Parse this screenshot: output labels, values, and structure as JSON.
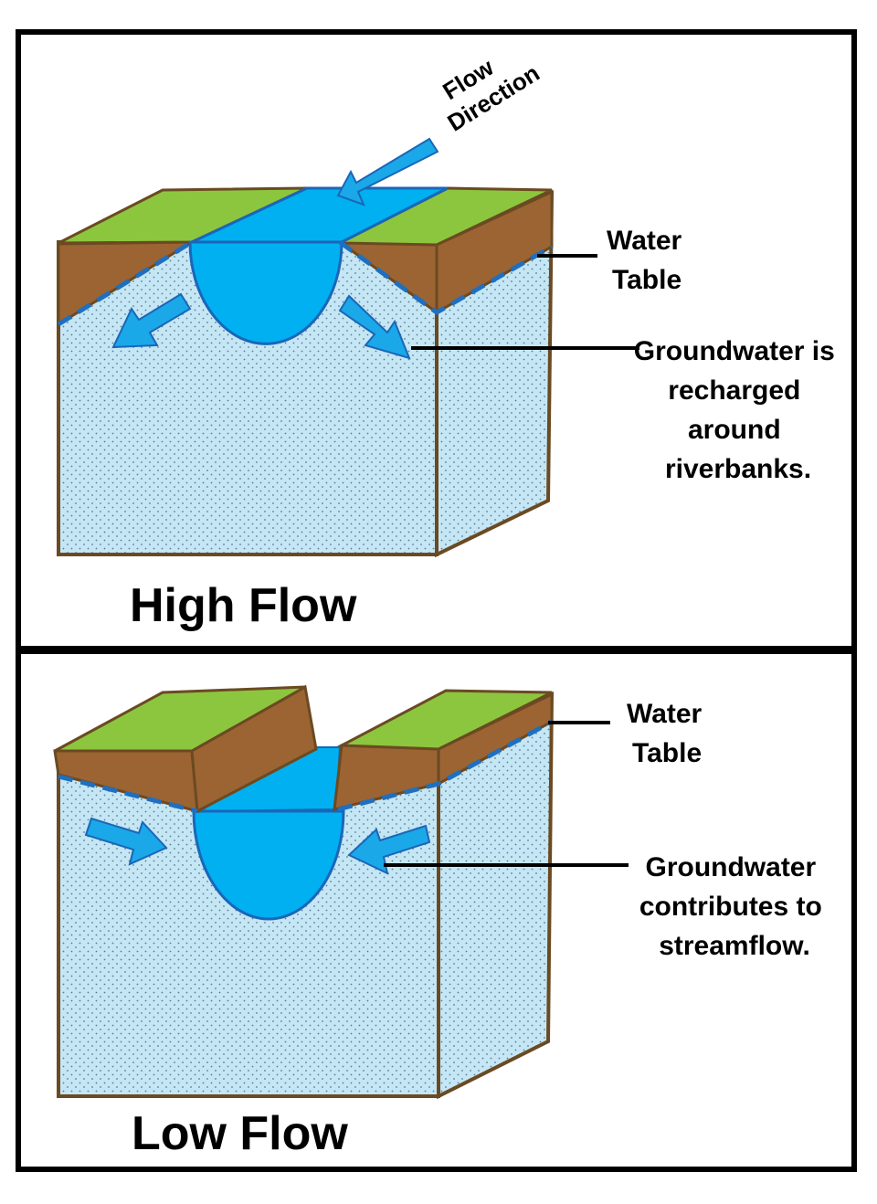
{
  "colors": {
    "grass": "#8cc63f",
    "soil": "#9c6432",
    "soil_edge": "#6b4a22",
    "groundwater": "#c5e6f5",
    "river": "#00b0f0",
    "river_edge": "#1a66b8",
    "water_table_line": "#1f6fbf",
    "frame": "#000000"
  },
  "high_flow": {
    "title": "High Flow",
    "flow_direction_line1": "Flow",
    "flow_direction_line2": "Direction",
    "water_table_line1": "Water",
    "water_table_line2": "Table",
    "groundwater_line1": "Groundwater is",
    "groundwater_line2": "recharged",
    "groundwater_line3": "around",
    "groundwater_line4": "riverbanks."
  },
  "low_flow": {
    "title": "Low Flow",
    "water_table_line1": "Water",
    "water_table_line2": "Table",
    "groundwater_line1": "Groundwater",
    "groundwater_line2": "contributes to",
    "groundwater_line3": "streamflow."
  }
}
